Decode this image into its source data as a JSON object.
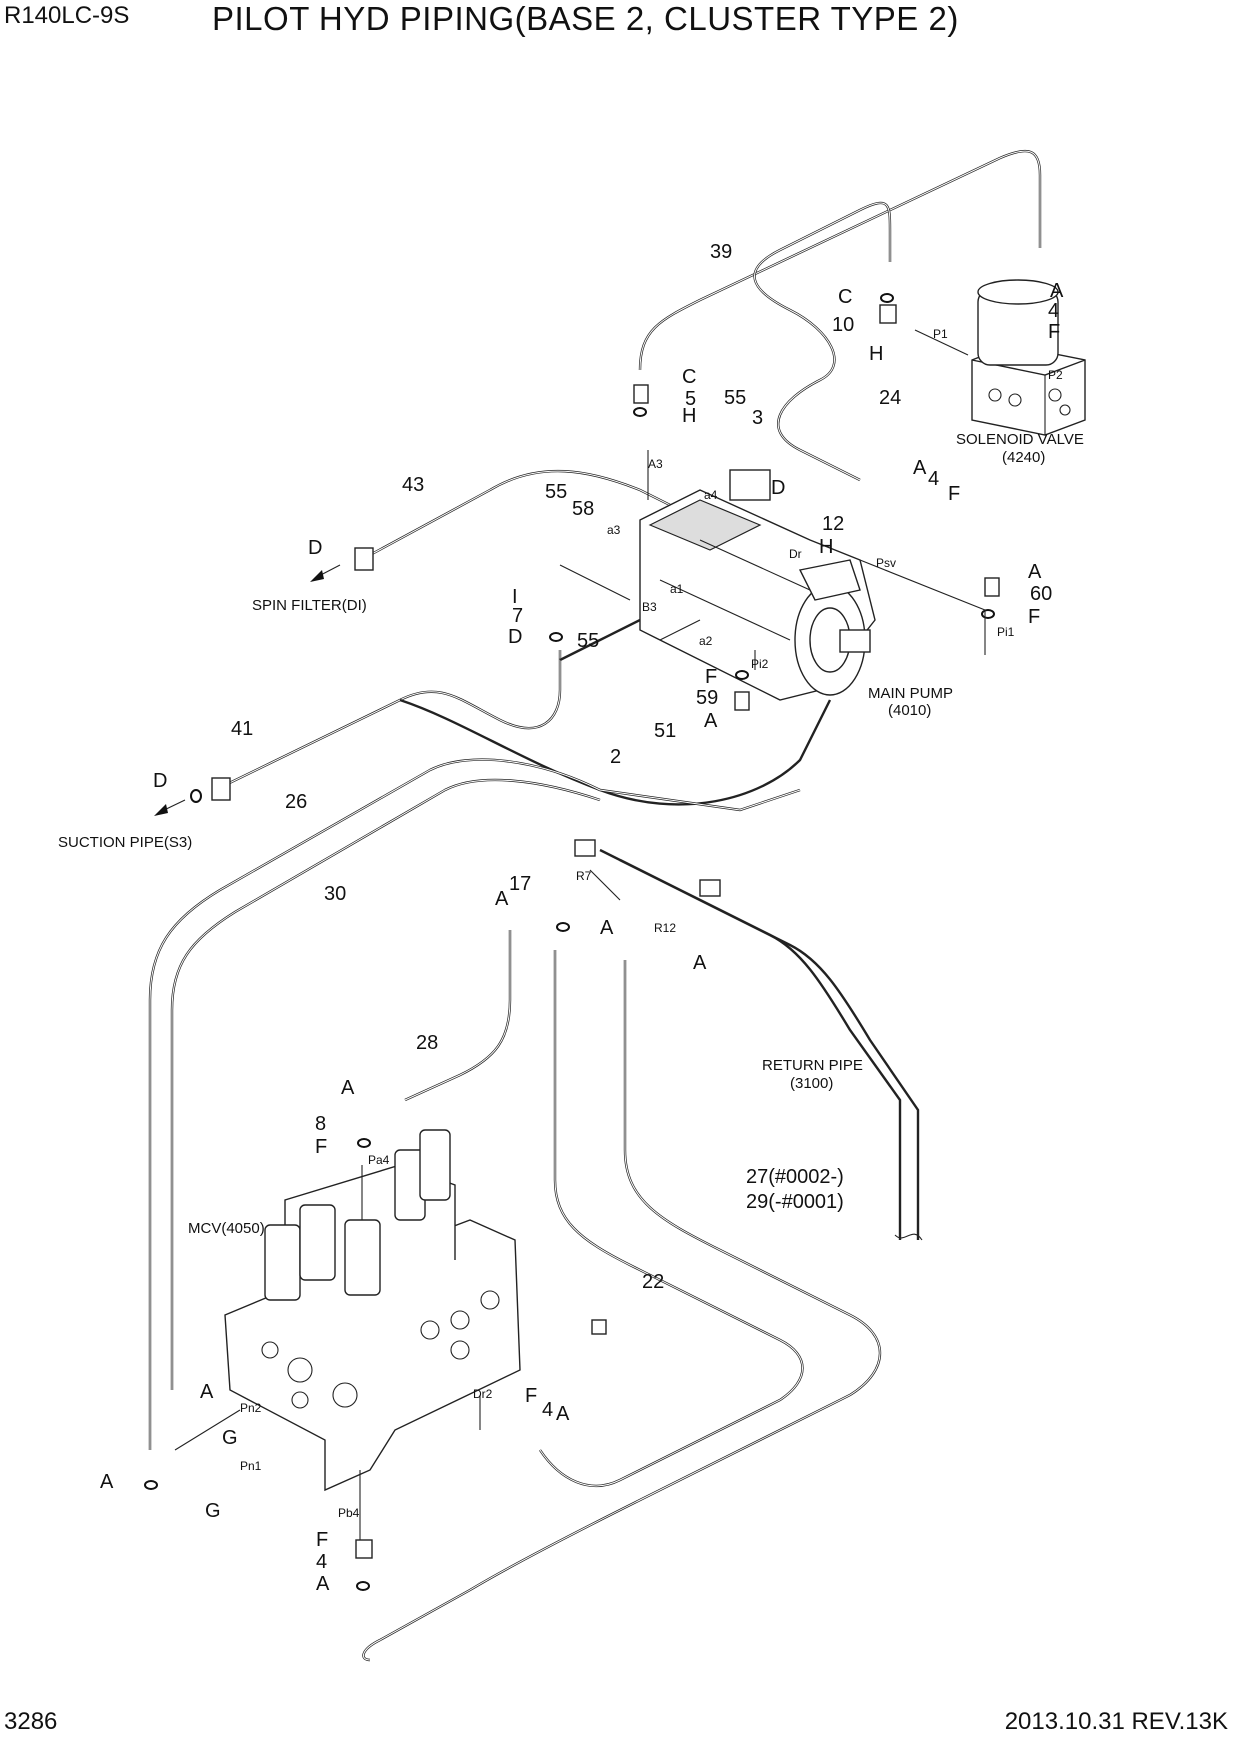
{
  "header": {
    "model": "R140LC-9S",
    "title": "PILOT HYD PIPING(BASE 2, CLUSTER TYPE 2)"
  },
  "footer": {
    "page_number": "3286",
    "date_revision": "2013.10.31  REV.13K"
  },
  "components": {
    "solenoid_valve": {
      "name": "SOLENOID VALVE",
      "code": "(4240)"
    },
    "main_pump": {
      "name": "MAIN PUMP",
      "code": "(4010)"
    },
    "return_pipe": {
      "name": "RETURN PIPE",
      "code": "(3100)"
    },
    "mcv": "MCV(4050)",
    "spin_filter": "SPIN FILTER(DI)",
    "suction_pipe": "SUCTION PIPE(S3)"
  },
  "part_numbers": {
    "p2": "2",
    "p3": "3",
    "p4": "4",
    "p5": "5",
    "p7": "7",
    "p8": "8",
    "p10": "10",
    "p12": "12",
    "p17": "17",
    "p22": "22",
    "p24": "24",
    "p26": "26",
    "p28": "28",
    "p30": "30",
    "p39": "39",
    "p41": "41",
    "p43": "43",
    "p51": "51",
    "p55": "55",
    "p58": "58",
    "p59": "59",
    "p60": "60",
    "p27": "27(#0002-)",
    "p29": "29(-#0001)"
  },
  "letter_codes": {
    "A": "A",
    "C": "C",
    "D": "D",
    "F": "F",
    "G": "G",
    "H": "H",
    "I": "I"
  },
  "port_tags": {
    "P1": "P1",
    "P2": "P2",
    "A3": "A3",
    "a4": "a4",
    "a3": "a3",
    "a1": "a1",
    "a2": "a2",
    "B3": "B3",
    "Dr": "Dr",
    "Psv": "Psv",
    "Pi1": "Pi1",
    "Pi2": "Pi2",
    "R7": "R7",
    "R12": "R12",
    "Pa4": "Pa4",
    "Pn2": "Pn2",
    "Pn1": "Pn1",
    "Dr2": "Dr2",
    "Pb4": "Pb4"
  }
}
